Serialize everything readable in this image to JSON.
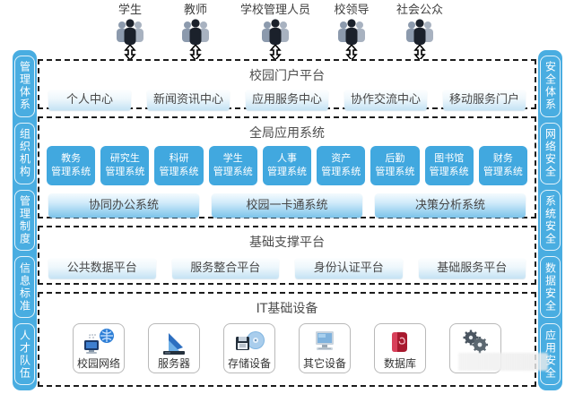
{
  "users": [
    {
      "label": "学生"
    },
    {
      "label": "教师"
    },
    {
      "label": "学校管理人员"
    },
    {
      "label": "校领导"
    },
    {
      "label": "社会公众"
    }
  ],
  "left_sidebar": {
    "items": [
      {
        "label": "管理体系"
      },
      {
        "label": "组织机构"
      },
      {
        "label": "管理制度"
      },
      {
        "label": "信息标准"
      },
      {
        "label": "人才队伍"
      }
    ]
  },
  "right_sidebar": {
    "items": [
      {
        "label": "安全体系"
      },
      {
        "label": "网络安全"
      },
      {
        "label": "系统安全"
      },
      {
        "label": "数据安全"
      },
      {
        "label": "应用安全"
      }
    ]
  },
  "portal": {
    "title": "校园门户平台",
    "items": [
      {
        "label": "个人中心"
      },
      {
        "label": "新闻资讯中心"
      },
      {
        "label": "应用服务中心"
      },
      {
        "label": "协作交流中心"
      },
      {
        "label": "移动服务门户"
      }
    ]
  },
  "apps": {
    "title": "全局应用系统",
    "systems": [
      {
        "line1": "教务",
        "line2": "管理系统"
      },
      {
        "line1": "研究生",
        "line2": "管理系统"
      },
      {
        "line1": "科研",
        "line2": "管理系统"
      },
      {
        "line1": "学生",
        "line2": "管理系统"
      },
      {
        "line1": "人事",
        "line2": "管理系统"
      },
      {
        "line1": "资产",
        "line2": "管理系统"
      },
      {
        "line1": "后勤",
        "line2": "管理系统"
      },
      {
        "line1": "图书馆",
        "line2": "管理系统"
      },
      {
        "line1": "财务",
        "line2": "管理系统"
      }
    ],
    "wide_systems": [
      {
        "label": "协同办公系统"
      },
      {
        "label": "校园一卡通系统"
      },
      {
        "label": "决策分析系统"
      }
    ]
  },
  "support": {
    "title": "基础支撑平台",
    "items": [
      {
        "label": "公共数据平台"
      },
      {
        "label": "服务整合平台"
      },
      {
        "label": "身份认证平台"
      },
      {
        "label": "基础服务平台"
      }
    ]
  },
  "infra": {
    "title": "IT基础设备",
    "devices": [
      {
        "label": "校园网络",
        "icon": "campus-network-icon"
      },
      {
        "label": "服务器",
        "icon": "server-icon"
      },
      {
        "label": "存储设备",
        "icon": "storage-icon"
      },
      {
        "label": "其它设备",
        "icon": "other-devices-icon"
      },
      {
        "label": "数据库",
        "icon": "database-icon"
      },
      {
        "label": "",
        "icon": "gears-icon"
      }
    ]
  },
  "colors": {
    "sidebar_blue": "#49ade1",
    "system_box_blue": "#41a8df",
    "dashed_border": "#1c1c1c",
    "title_gray": "#4d4d4d"
  }
}
